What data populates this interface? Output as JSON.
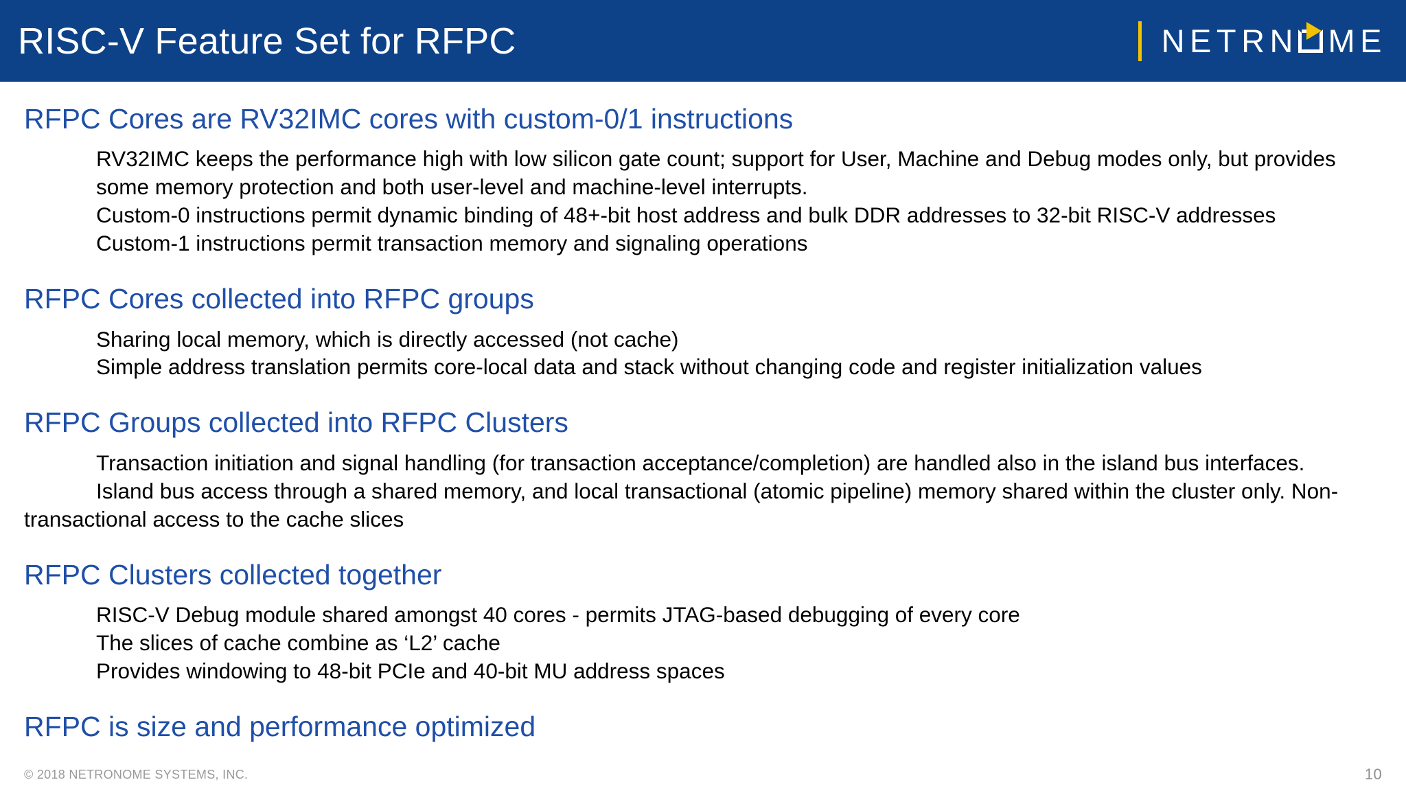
{
  "slide": {
    "title": "RISC-V Feature Set for RFPC",
    "page_number": "10",
    "copyright": "© 2018 NETRONOME SYSTEMS, INC.",
    "colors": {
      "title_bar": "#0d4288",
      "heading_text": "#1f4fa8",
      "body_text": "#000000",
      "logo_accent": "#f2c200",
      "logo_text": "#ffffff",
      "footer_text": "#9a9a9a"
    }
  },
  "logo": {
    "text_before_o": "NETR",
    "text_between": "N",
    "text_after_o": "ME",
    "full_name": "NETRONOME"
  },
  "sections": [
    {
      "heading": "RFPC Cores are RV32IMC cores with custom-0/1 instructions",
      "lines": [
        "RV32IMC keeps the performance high with low silicon gate count; support for User, Machine and Debug modes only, but provides some memory protection and both user-level and machine-level interrupts.",
        "Custom-0 instructions permit dynamic binding of 48+-bit host address and bulk DDR addresses to 32-bit RISC-V addresses",
        "Custom-1 instructions permit transaction memory and signaling operations"
      ]
    },
    {
      "heading": "RFPC Cores collected into RFPC groups",
      "lines": [
        "Sharing local memory, which is directly accessed (not cache)",
        "Simple address translation permits core-local data and stack without changing code and register initialization values"
      ]
    },
    {
      "heading": "RFPC Groups collected into RFPC Clusters",
      "lines": [
        "Transaction initiation and signal handling (for transaction acceptance/completion) are handled also in the island bus interfaces.",
        "Island bus access through a shared memory, and local transactional (atomic pipeline) memory shared within the cluster only. Non-transactional access to the cache slices"
      ]
    },
    {
      "heading": "RFPC Clusters collected together",
      "lines": [
        "RISC-V Debug module shared amongst 40 cores - permits JTAG-based debugging of every core",
        "The slices of cache combine as ‘L2’ cache",
        "Provides windowing to 48-bit PCIe and 40-bit MU address spaces"
      ]
    },
    {
      "heading": "RFPC is size and performance optimized",
      "lines": []
    }
  ]
}
